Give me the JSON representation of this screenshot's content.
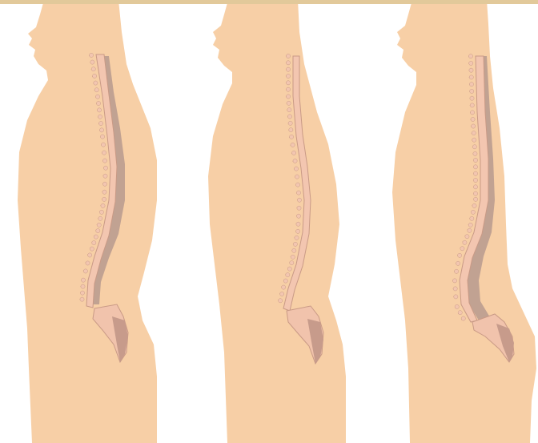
{
  "colors": {
    "background": "#ffffff",
    "top_band": "#e2c99a",
    "skin": "#f7cfa6",
    "skin_shadow": "#efbf92",
    "spine_fill": "#f3c6b0",
    "spine_outline": "#c99a86",
    "spinal_channel": "#b79a8e",
    "sacrum": "#f1c3ac",
    "sacrum_shadow": "#c79b8b"
  },
  "figures": [
    {
      "id": "figure-left",
      "posture": "kyphosis"
    },
    {
      "id": "figure-middle",
      "posture": "normal"
    },
    {
      "id": "figure-right",
      "posture": "lordosis"
    }
  ]
}
